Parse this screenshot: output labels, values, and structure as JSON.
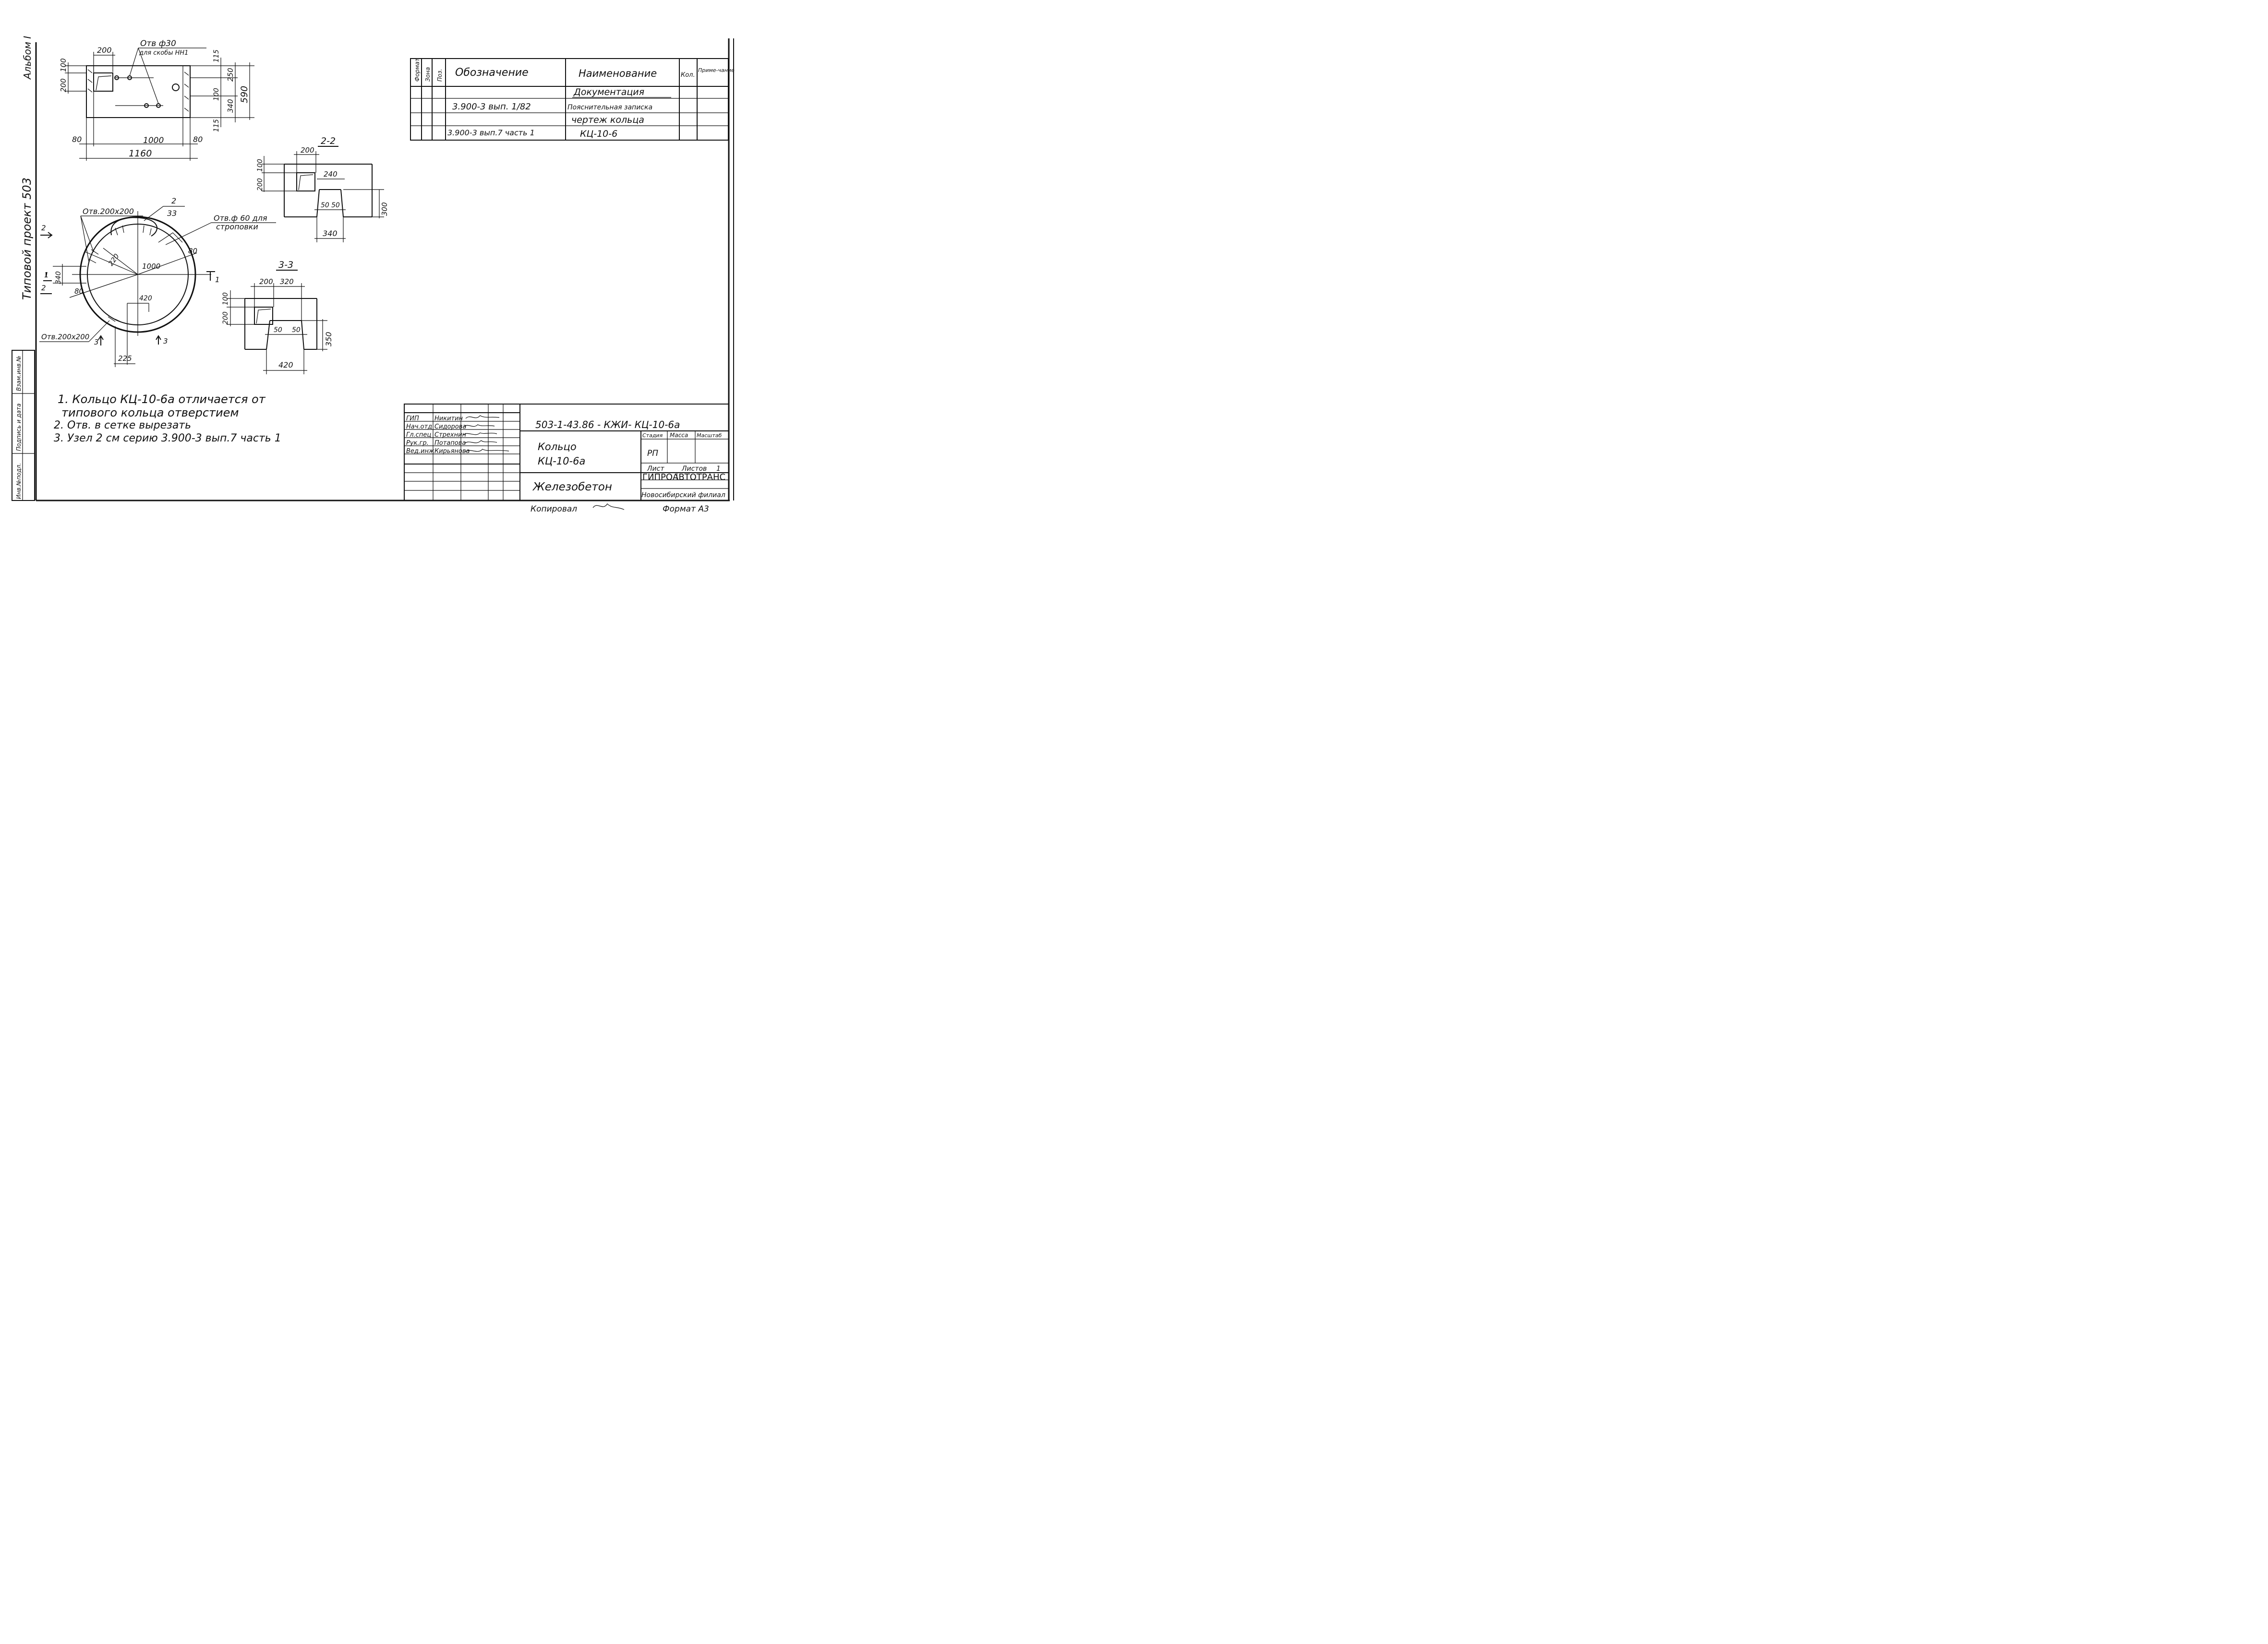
{
  "side_stamp": {
    "album": "Альбом I",
    "project": "Типовой проект 503",
    "cells": [
      "Взам.инв.№",
      "Подпись и дата",
      "Инв.№подл."
    ]
  },
  "top_view": {
    "holes_note_line1": "Отв ф30",
    "holes_note_line2": "для скобы НН1",
    "dims": {
      "top": "200",
      "left_v1": "200",
      "left_v2": "100",
      "right_v1": "115",
      "right_v2": "250",
      "right_v3": "100",
      "right_v4": "340",
      "right_v5": "115",
      "right_total": "590",
      "bottom_left": "80",
      "bottom_mid": "1000",
      "bottom_right": "80",
      "bottom_total": "1160"
    }
  },
  "plan_view": {
    "opening_note": "Отв.200х200",
    "opening_note_bottom": "Отв.200х200",
    "sling_note_line1": "Отв.ф 60 для",
    "sling_note_line2": "строповки",
    "node_num": "2",
    "node_sheet": "33",
    "dims": {
      "d1000": "1000",
      "d80_right": "80",
      "d80_left": "80",
      "d220": "220",
      "d340": "340",
      "d420": "420",
      "d225": "225"
    },
    "cuts": {
      "left_top": "2",
      "left_mid": "1",
      "left_bot": "2",
      "right_mid": "1",
      "bottom_left": "3",
      "bottom_right": "3"
    }
  },
  "section_2_2": {
    "title": "2-2",
    "dims": {
      "top": "200",
      "v100": "100",
      "v200": "200",
      "w240": "240",
      "w50a": "50",
      "w50b": "50",
      "h300": "300",
      "bottom": "340"
    }
  },
  "section_3_3": {
    "title": "3-3",
    "dims": {
      "top200": "200",
      "top320": "320",
      "v100": "100",
      "v200": "200",
      "w50a": "50",
      "w50b": "50",
      "h350": "350",
      "bottom": "420"
    }
  },
  "notes": [
    "1. Кольцо КЦ-10-6а отличается от",
    "типового кольца отверстием",
    "2. Отв. в сетке вырезать",
    "3. Узел 2 см серию 3.900-3 вып.7 часть 1"
  ],
  "spec_table": {
    "headers": [
      "Формат",
      "Зона",
      "Поз.",
      "Обозначение",
      "Наименование",
      "Кол.",
      "Приме-чание"
    ],
    "rows": [
      {
        "designation": "",
        "name": "Документация"
      },
      {
        "designation": "3.900-3 вып. 1/82",
        "name": "Пояснительная записка"
      },
      {
        "designation": "",
        "name": "чертеж кольца"
      },
      {
        "designation": "3.900-3 вып.7 часть 1",
        "name": "КЦ-10-6"
      }
    ]
  },
  "title_block": {
    "doc_code": "503-1-43.86 - КЖИ- КЦ-10-6а",
    "roles": [
      "ГИП",
      "Нач.отд",
      "Гл.спец",
      "Рук.гр.",
      "Вед.инж"
    ],
    "names": [
      "Никитин",
      "Сидорова",
      "Стрехнин",
      "Потапова",
      "Кирьянова"
    ],
    "title_line1": "Кольцо",
    "title_line2": "КЦ-10-6а",
    "material": "Железобетон",
    "stage_label": "Стадия",
    "mass_label": "Масса",
    "scale_label": "Масштаб",
    "stage_value": "РП",
    "sheet_label": "Лист",
    "sheets_label": "Листов",
    "sheets_value": "1",
    "org": "ГИПРОАВТОТРАНС",
    "branch": "Новосибирский филиал",
    "copied": "Копировал",
    "format": "Формат А3"
  }
}
